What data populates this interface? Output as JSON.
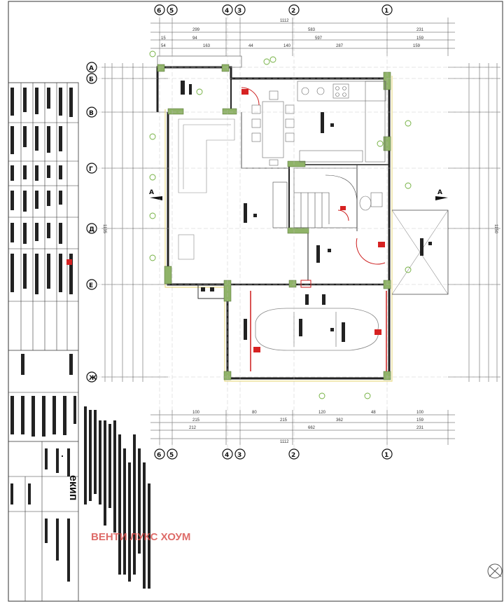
{
  "watermark": "ВЕНТИ ЛУКС ХОУМ",
  "logo": "екип",
  "section_marker": "А",
  "axes_horizontal": [
    "А",
    "Б",
    "В",
    "Г",
    "Д",
    "Е",
    "Ж"
  ],
  "axes_vertical_top": [
    "6",
    "5",
    "4",
    "3",
    "2",
    "1"
  ],
  "axes_vertical_bottom": [
    "6",
    "5",
    "4",
    "3",
    "2",
    "1"
  ],
  "dims": {
    "top_total": "1112",
    "bottom_total": "1112",
    "left_total": "1135",
    "right_total": "1150"
  }
}
